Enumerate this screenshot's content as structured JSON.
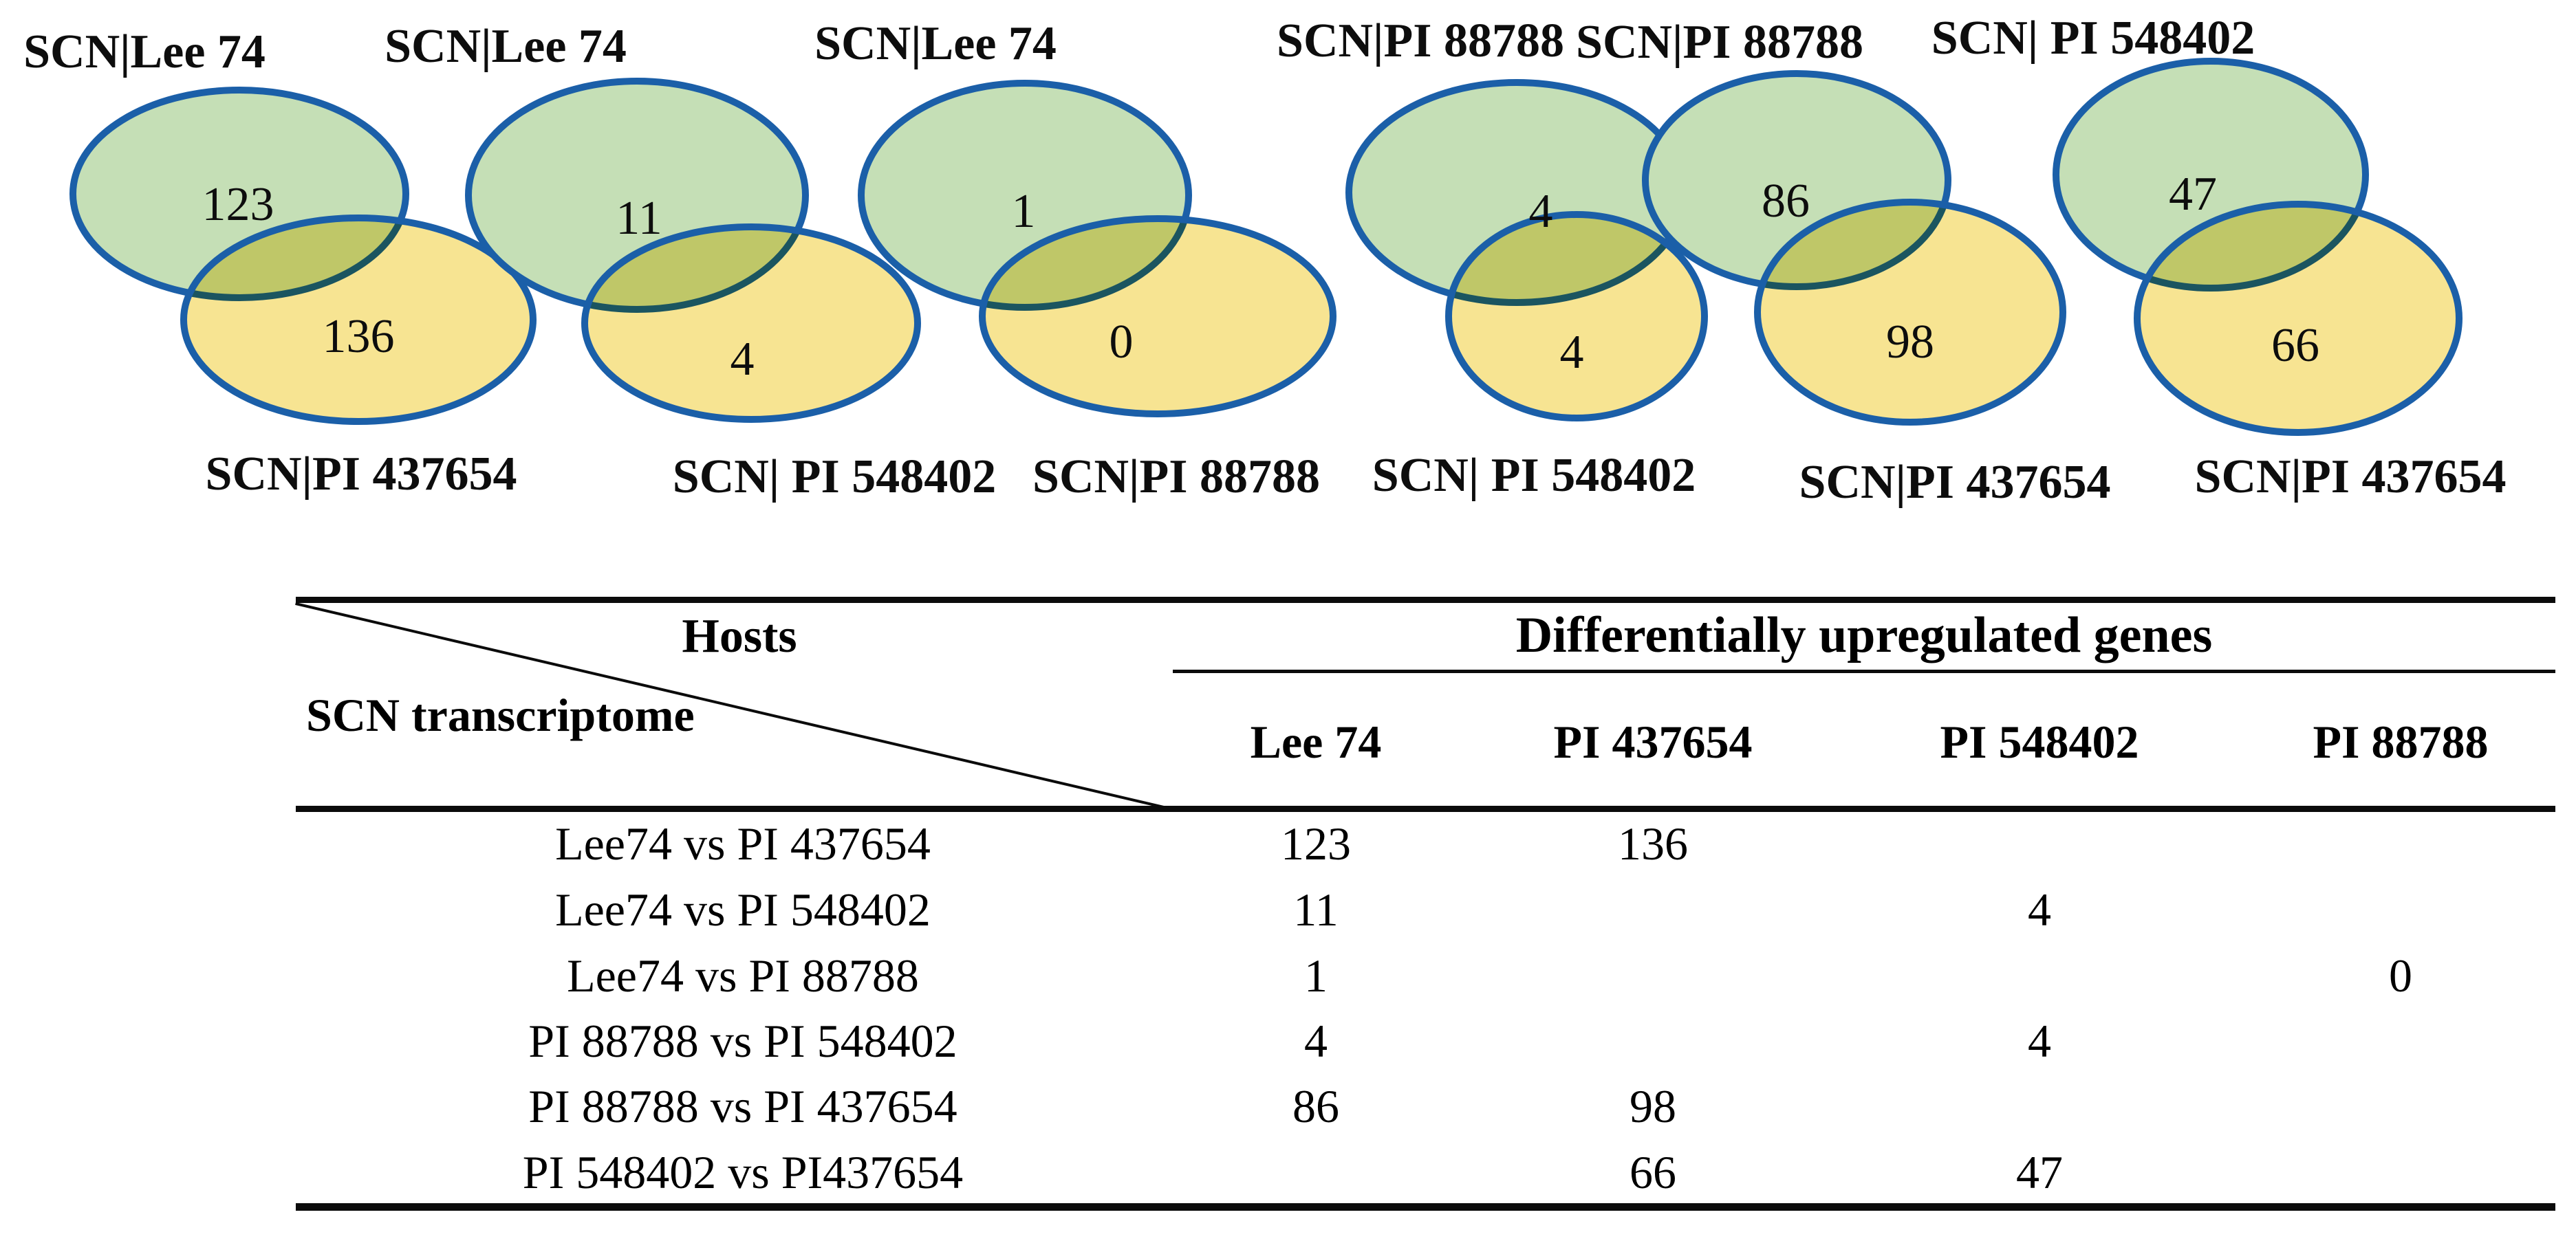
{
  "figure": {
    "colors": {
      "green_fill": "#c5dfb6",
      "yellow_fill": "#f7e492",
      "ellipse_stroke": "#1b5fa8",
      "text": "#0d0d0d"
    },
    "venns": [
      {
        "top_label": "SCN|Lee 74",
        "bottom_label": "SCN|PI 437654",
        "top_value": "123",
        "bottom_value": "136"
      },
      {
        "top_label": "SCN|Lee 74",
        "bottom_label": "SCN| PI 548402",
        "top_value": "11",
        "bottom_value": "4"
      },
      {
        "top_label": "SCN|Lee 74",
        "bottom_label": "SCN|PI 88788",
        "top_value": "1",
        "bottom_value": "0"
      },
      {
        "top_label": "SCN|PI 88788",
        "bottom_label": "SCN| PI 548402",
        "top_value": "4",
        "bottom_value": "4"
      },
      {
        "top_label": "SCN|PI 88788",
        "bottom_label": "SCN|PI 437654",
        "top_value": "86",
        "bottom_value": "98"
      },
      {
        "top_label": "SCN| PI 548402",
        "bottom_label": "SCN|PI 437654",
        "top_value": "47",
        "bottom_value": "66"
      }
    ]
  },
  "table": {
    "corner_header": "Hosts",
    "row_header": "SCN transcriptome",
    "span_header": "Differentially upregulated genes",
    "columns": [
      "Lee 74",
      "PI 437654",
      "PI 548402",
      "PI 88788"
    ],
    "rows": [
      {
        "label": "Lee74 vs PI 437654",
        "values": [
          "123",
          "136",
          "",
          ""
        ]
      },
      {
        "label": "Lee74 vs PI 548402",
        "values": [
          "11",
          "",
          "4",
          ""
        ]
      },
      {
        "label": "Lee74 vs PI 88788",
        "values": [
          "1",
          "",
          "",
          "0"
        ]
      },
      {
        "label": "PI 88788 vs PI 548402",
        "values": [
          "4",
          "",
          "4",
          ""
        ]
      },
      {
        "label": "PI 88788 vs PI 437654",
        "values": [
          "86",
          "98",
          "",
          ""
        ]
      },
      {
        "label": "PI 548402 vs PI437654",
        "values": [
          "",
          "66",
          "47",
          ""
        ]
      }
    ]
  },
  "chart_data": {
    "type": "venn",
    "title": "Differentially upregulated genes in SCN transcriptome comparisons across soybean hosts",
    "diagrams": [
      {
        "sets": [
          "SCN|Lee 74",
          "SCN|PI 437654"
        ],
        "unique_counts": [
          123,
          136
        ]
      },
      {
        "sets": [
          "SCN|Lee 74",
          "SCN| PI 548402"
        ],
        "unique_counts": [
          11,
          4
        ]
      },
      {
        "sets": [
          "SCN|Lee 74",
          "SCN|PI 88788"
        ],
        "unique_counts": [
          1,
          0
        ]
      },
      {
        "sets": [
          "SCN|PI 88788",
          "SCN| PI 548402"
        ],
        "unique_counts": [
          4,
          4
        ]
      },
      {
        "sets": [
          "SCN|PI 88788",
          "SCN|PI 437654"
        ],
        "unique_counts": [
          86,
          98
        ]
      },
      {
        "sets": [
          "SCN| PI 548402",
          "SCN|PI 437654"
        ],
        "unique_counts": [
          47,
          66
        ]
      }
    ],
    "table": {
      "row_group_label": "SCN transcriptome",
      "column_group_label": "Differentially upregulated genes",
      "columns": [
        "Lee 74",
        "PI 437654",
        "PI 548402",
        "PI 88788"
      ],
      "rows": [
        {
          "comparison": "Lee74 vs PI 437654",
          "Lee 74": 123,
          "PI 437654": 136,
          "PI 548402": null,
          "PI 88788": null
        },
        {
          "comparison": "Lee74 vs PI 548402",
          "Lee 74": 11,
          "PI 437654": null,
          "PI 548402": 4,
          "PI 88788": null
        },
        {
          "comparison": "Lee74 vs PI 88788",
          "Lee 74": 1,
          "PI 437654": null,
          "PI 548402": null,
          "PI 88788": 0
        },
        {
          "comparison": "PI 88788 vs PI 548402",
          "Lee 74": 4,
          "PI 437654": null,
          "PI 548402": 4,
          "PI 88788": null
        },
        {
          "comparison": "PI 88788 vs PI 437654",
          "Lee 74": 86,
          "PI 437654": 98,
          "PI 548402": null,
          "PI 88788": null
        },
        {
          "comparison": "PI 548402 vs PI437654",
          "Lee 74": null,
          "PI 437654": 66,
          "PI 548402": 47,
          "PI 88788": null
        }
      ]
    }
  }
}
